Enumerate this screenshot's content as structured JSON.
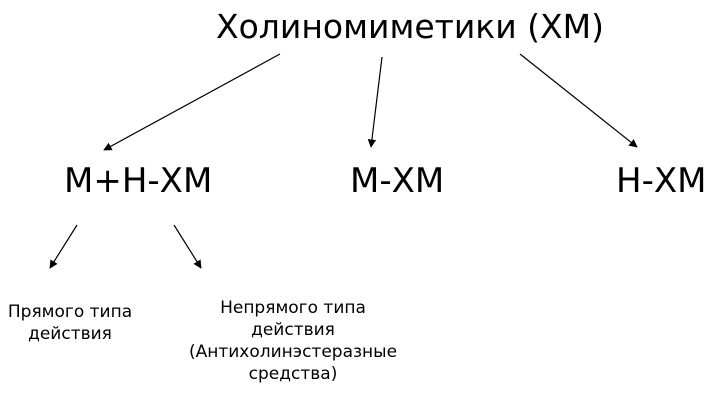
{
  "root": {
    "label": "Холиномиметики (ХМ)"
  },
  "level2": {
    "mh": "М+Н-ХМ",
    "m": "М-ХМ",
    "h": "Н-ХМ"
  },
  "leaves": {
    "direct": {
      "line1": "Прямого типа",
      "line2": "действия"
    },
    "indirect": {
      "line1": "Непрямого типа",
      "line2": "действия",
      "line3": "(Антихолинэстеразные",
      "line4": "средства)"
    }
  },
  "colors": {
    "text": "#000000",
    "lines": "#000000",
    "background": "#ffffff"
  }
}
